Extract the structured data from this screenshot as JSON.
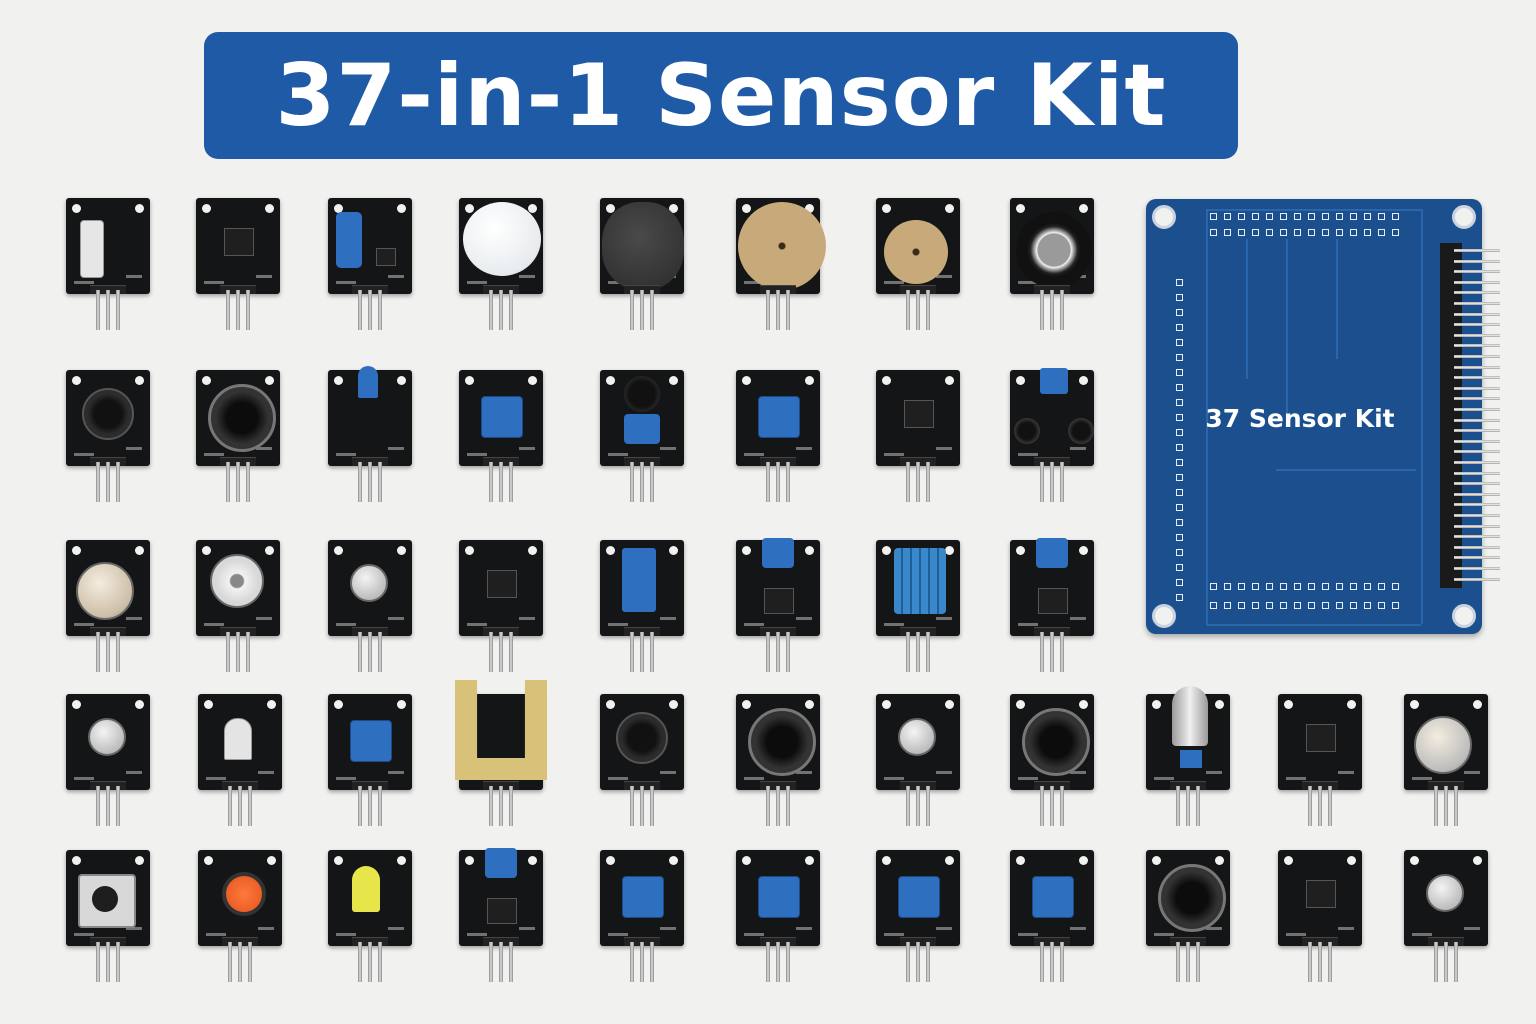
{
  "banner": {
    "title": "37-in-1 Sensor Kit",
    "color": "#1f5aa6"
  },
  "shield": {
    "label": "37 Sensor Kit",
    "color": "#1b4f8e"
  },
  "modules": [
    {
      "id": "reed-switch",
      "comp": "reed",
      "accent": "#cfcfcf"
    },
    {
      "id": "hall-sensor",
      "comp": "chip",
      "accent": "#222222"
    },
    {
      "id": "blue-capacitor",
      "comp": "cap",
      "accent": "#2f6fc0"
    },
    {
      "id": "pir-dome",
      "comp": "dome",
      "accent": "#e8ecef"
    },
    {
      "id": "joystick-cap",
      "comp": "knob",
      "accent": "#2a2a2a"
    },
    {
      "id": "buzzer-disc",
      "comp": "disc",
      "accent": "#c8aa7a"
    },
    {
      "id": "small-buzzer",
      "comp": "disc-sm",
      "accent": "#c8aa7a"
    },
    {
      "id": "gas-sensor",
      "comp": "mesh",
      "accent": "#bdbdbd"
    },
    {
      "id": "mic-sensor-1",
      "comp": "mic",
      "accent": "#222222"
    },
    {
      "id": "buzzer-black",
      "comp": "mic-lg",
      "accent": "#1e1e1e"
    },
    {
      "id": "ir-led-blue",
      "comp": "led",
      "accent": "#2f6fc0"
    },
    {
      "id": "relay-trim",
      "comp": "trim",
      "accent": "#2f6fc0"
    },
    {
      "id": "ultrasonic-trim",
      "comp": "trim-eye",
      "accent": "#2f6fc0"
    },
    {
      "id": "trim-pot",
      "comp": "trim",
      "accent": "#2f6fc0"
    },
    {
      "id": "ic-module",
      "comp": "chip",
      "accent": "#222222"
    },
    {
      "id": "dual-eye",
      "comp": "dual",
      "accent": "#2f6fc0"
    },
    {
      "id": "metal-can",
      "comp": "can",
      "accent": "#cdbfa8"
    },
    {
      "id": "sound-can",
      "comp": "can-ring",
      "accent": "#d8d8d8"
    },
    {
      "id": "small-can",
      "comp": "can-sm",
      "accent": "#bdbdbd"
    },
    {
      "id": "ic-module-2",
      "comp": "chip",
      "accent": "#222222"
    },
    {
      "id": "tilt-switch",
      "comp": "tall-blue",
      "accent": "#2f6fc0"
    },
    {
      "id": "relay-ic",
      "comp": "trim-chip",
      "accent": "#2f6fc0"
    },
    {
      "id": "dht-sensor",
      "comp": "grid",
      "accent": "#3a88cc"
    },
    {
      "id": "ldr-trim",
      "comp": "trim-chip",
      "accent": "#2f6fc0"
    },
    {
      "id": "temp-can",
      "comp": "can-sm",
      "accent": "#bdbdbd"
    },
    {
      "id": "photo-led",
      "comp": "led-clear",
      "accent": "#d8d8d8"
    },
    {
      "id": "blue-trim-sm",
      "comp": "trim",
      "accent": "#2f6fc0"
    },
    {
      "id": "soil-probe",
      "comp": "fork",
      "accent": "#d8c27a"
    },
    {
      "id": "mic-sensor-2",
      "comp": "mic",
      "accent": "#222222"
    },
    {
      "id": "mic-large",
      "comp": "mic-lg",
      "accent": "#1e1e1e"
    },
    {
      "id": "flame-can",
      "comp": "can-sm",
      "accent": "#bdbdbd"
    },
    {
      "id": "sound-ring",
      "comp": "mic-lg",
      "accent": "#1e1e1e"
    },
    {
      "id": "ultrasonic-tall",
      "comp": "tall-can",
      "accent": "#cfcfcf"
    },
    {
      "id": "ir-receiver",
      "comp": "chip",
      "accent": "#222222"
    },
    {
      "id": "metal-can-2",
      "comp": "can",
      "accent": "#bdbdbd"
    },
    {
      "id": "push-button",
      "comp": "button",
      "accent": "#1e1e1e"
    },
    {
      "id": "red-led",
      "comp": "led-red",
      "accent": "#e2541f"
    },
    {
      "id": "yellow-led",
      "comp": "led-yellow",
      "accent": "#e6e54a"
    },
    {
      "id": "trim-pot-2",
      "comp": "trim-chip",
      "accent": "#2f6fc0"
    },
    {
      "id": "trim-pot-3",
      "comp": "trim",
      "accent": "#2f6fc0"
    },
    {
      "id": "trim-pot-4",
      "comp": "trim",
      "accent": "#2f6fc0"
    },
    {
      "id": "trim-pot-5",
      "comp": "trim",
      "accent": "#2f6fc0"
    },
    {
      "id": "trim-pot-6",
      "comp": "trim",
      "accent": "#2f6fc0"
    },
    {
      "id": "buzzer-round",
      "comp": "mic-lg",
      "accent": "#1e1e1e"
    },
    {
      "id": "ir-receiver-2",
      "comp": "chip",
      "accent": "#222222"
    },
    {
      "id": "small-can-2",
      "comp": "can-sm",
      "accent": "#bdbdbd"
    }
  ]
}
